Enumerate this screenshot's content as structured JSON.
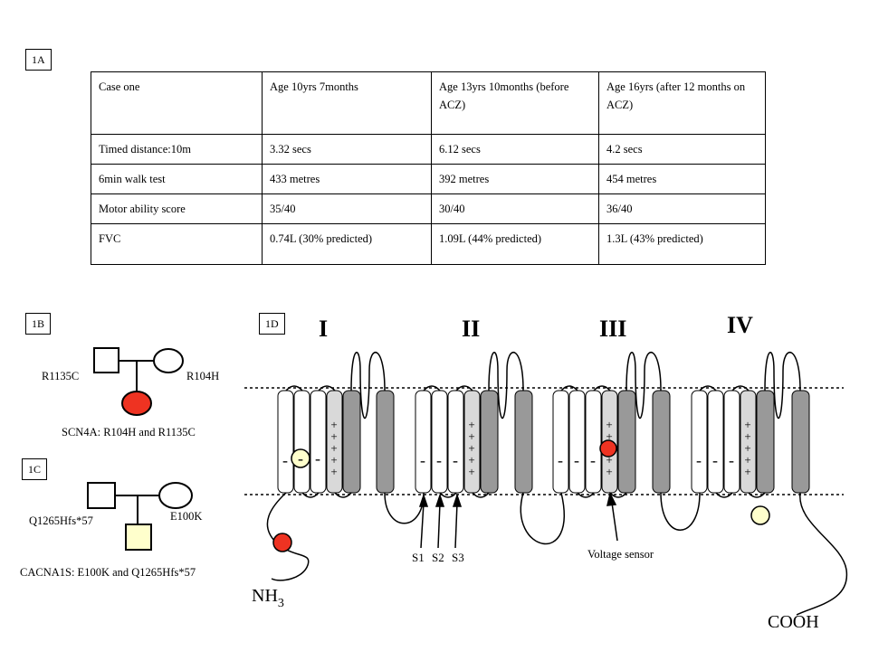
{
  "labels": {
    "a": "1A",
    "b": "1B",
    "c": "1C",
    "d": "1D"
  },
  "table": {
    "headers": [
      "Case one",
      "Age 10yrs 7months",
      "Age 13yrs 10months (before ACZ)",
      "Age 16yrs (after 12 months on ACZ)"
    ],
    "rows": [
      [
        "Timed distance:10m",
        "3.32 secs",
        "6.12 secs",
        "4.2 secs"
      ],
      [
        "6min walk test",
        "433 metres",
        "392 metres",
        "454 metres"
      ],
      [
        "Motor ability score",
        "35/40",
        "30/40",
        "36/40"
      ],
      [
        "FVC",
        "0.74L (30% predicted)",
        "1.09L (44% predicted)",
        "1.3L (43% predicted)"
      ]
    ]
  },
  "pedigree_b": {
    "father_label": "R1135C",
    "mother_label": "R104H",
    "proband_label": "SCN4A: R104H and R1135C"
  },
  "pedigree_c": {
    "father_label": "Q1265Hfs*57",
    "mother_label": "E100K",
    "proband_label": "CACNA1S: E100K and  Q1265Hfs*57"
  },
  "diagram": {
    "domains": [
      "I",
      "II",
      "III",
      "IV"
    ],
    "segment_labels": [
      "S1",
      "S2",
      "S3"
    ],
    "voltage_sensor": "Voltage sensor",
    "n_terminus": "NH",
    "n_sub": "3",
    "c_terminus": "COOH",
    "plus": "+",
    "minus": "-"
  },
  "colors": {
    "red_marker": "#ee3322",
    "yellow_marker": "#ffffcc",
    "dark_segment": "#999999",
    "light_segment": "#d9d9d9"
  }
}
